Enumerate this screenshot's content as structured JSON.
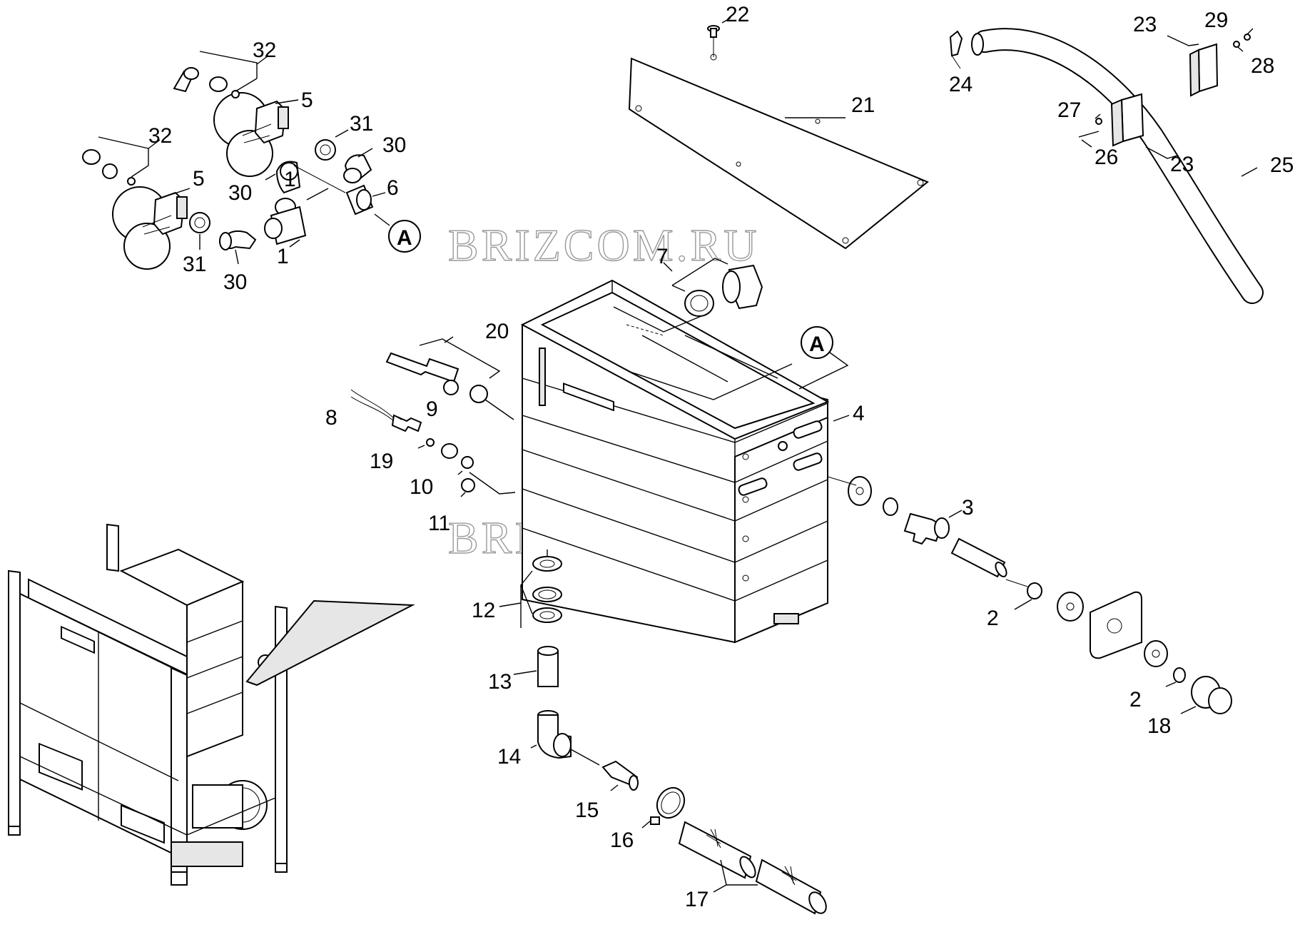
{
  "watermark": "BRIZCOM.RU",
  "ref_circle": "A",
  "labels": {
    "l1": "1",
    "l2a": "2",
    "l2b": "2",
    "l3": "3",
    "l4": "4",
    "l5a": "5",
    "l5b": "5",
    "l6": "6",
    "l7": "7",
    "l8": "8",
    "l9": "9",
    "l10": "10",
    "l11": "11",
    "l12": "12",
    "l13": "13",
    "l14": "14",
    "l15": "15",
    "l16": "16",
    "l17": "17",
    "l18": "18",
    "l19": "19",
    "l20": "20",
    "l21": "21",
    "l22": "22",
    "l23a": "23",
    "l23b": "23",
    "l24": "24",
    "l25": "25",
    "l26": "26",
    "l27": "27",
    "l28": "28",
    "l29": "29",
    "l30a": "30",
    "l30b": "30",
    "l30c": "30",
    "l31a": "31",
    "l31b": "31",
    "l32a": "32",
    "l32b": "32"
  },
  "colors": {
    "line": "#000000",
    "watermark": "#9a9a9a",
    "shade": "#e6e6e6"
  }
}
